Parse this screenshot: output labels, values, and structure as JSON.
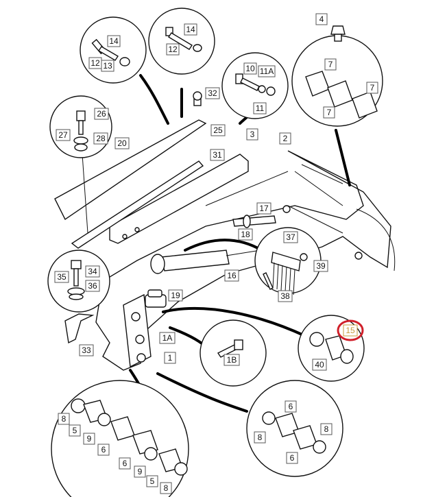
{
  "labels": {
    "l1": "1",
    "l1a": "1A",
    "l1b": "1B",
    "l2": "2",
    "l3": "3",
    "l4": "4",
    "l5a": "5",
    "l5b": "5",
    "l6a": "6",
    "l6b": "6",
    "l6c": "6",
    "l6d": "6",
    "l7a": "7",
    "l7b": "7",
    "l7c": "7",
    "l8a": "8",
    "l8b": "8",
    "l8c": "8",
    "l8d": "8",
    "l9a": "9",
    "l9b": "9",
    "l10": "10",
    "l11": "11",
    "l11a": "11A",
    "l12a": "12",
    "l12b": "12",
    "l13": "13",
    "l14a": "14",
    "l14b": "14",
    "l15": "15",
    "l16": "16",
    "l17": "17",
    "l18": "18",
    "l19": "19",
    "l20": "20",
    "l25": "25",
    "l26": "26",
    "l27": "27",
    "l28": "28",
    "l31": "31",
    "l32": "32",
    "l33": "33",
    "l34": "34",
    "l35": "35",
    "l36": "36",
    "l37": "37",
    "l38": "38",
    "l39": "39",
    "l40": "40"
  },
  "highlight": {
    "label": "15",
    "ring_color": "#d0202a",
    "text_color": "#c79a3a"
  }
}
